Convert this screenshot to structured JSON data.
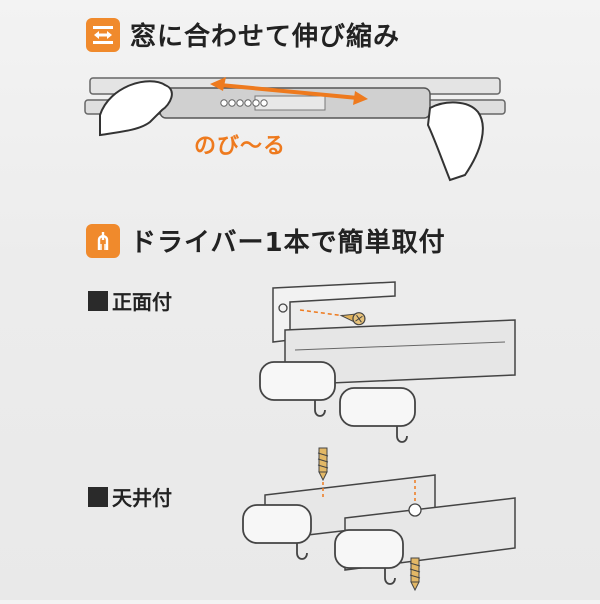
{
  "section1": {
    "title": "窓に合わせて伸び縮み",
    "icon": "extend-arrows-icon",
    "stretch_label": "のび〜る"
  },
  "section2": {
    "title": "ドライバー1本で簡単取付",
    "icon": "screwdriver-icon"
  },
  "mounts": {
    "front": {
      "label": "正面付"
    },
    "ceiling": {
      "label": "天井付"
    }
  },
  "colors": {
    "accent": "#f08a2c",
    "text": "#222222",
    "rail": "#d9d9d9",
    "rail_stroke": "#555555"
  }
}
